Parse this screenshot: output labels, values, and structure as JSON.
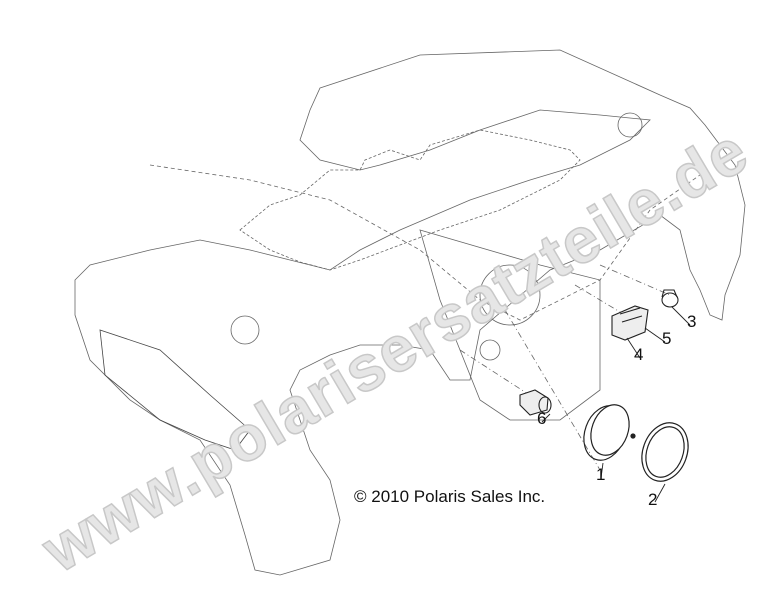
{
  "diagram": {
    "watermark": "www.polarisersatzteile.de",
    "copyright": "© 2010 Polaris Sales Inc.",
    "callouts": [
      {
        "id": "1",
        "label": "1"
      },
      {
        "id": "2",
        "label": "2"
      },
      {
        "id": "3",
        "label": "3"
      },
      {
        "id": "4",
        "label": "4"
      },
      {
        "id": "5",
        "label": "5"
      },
      {
        "id": "6",
        "label": "6"
      }
    ],
    "line_color": "#555555",
    "watermark_color": "#e6e6e6"
  }
}
